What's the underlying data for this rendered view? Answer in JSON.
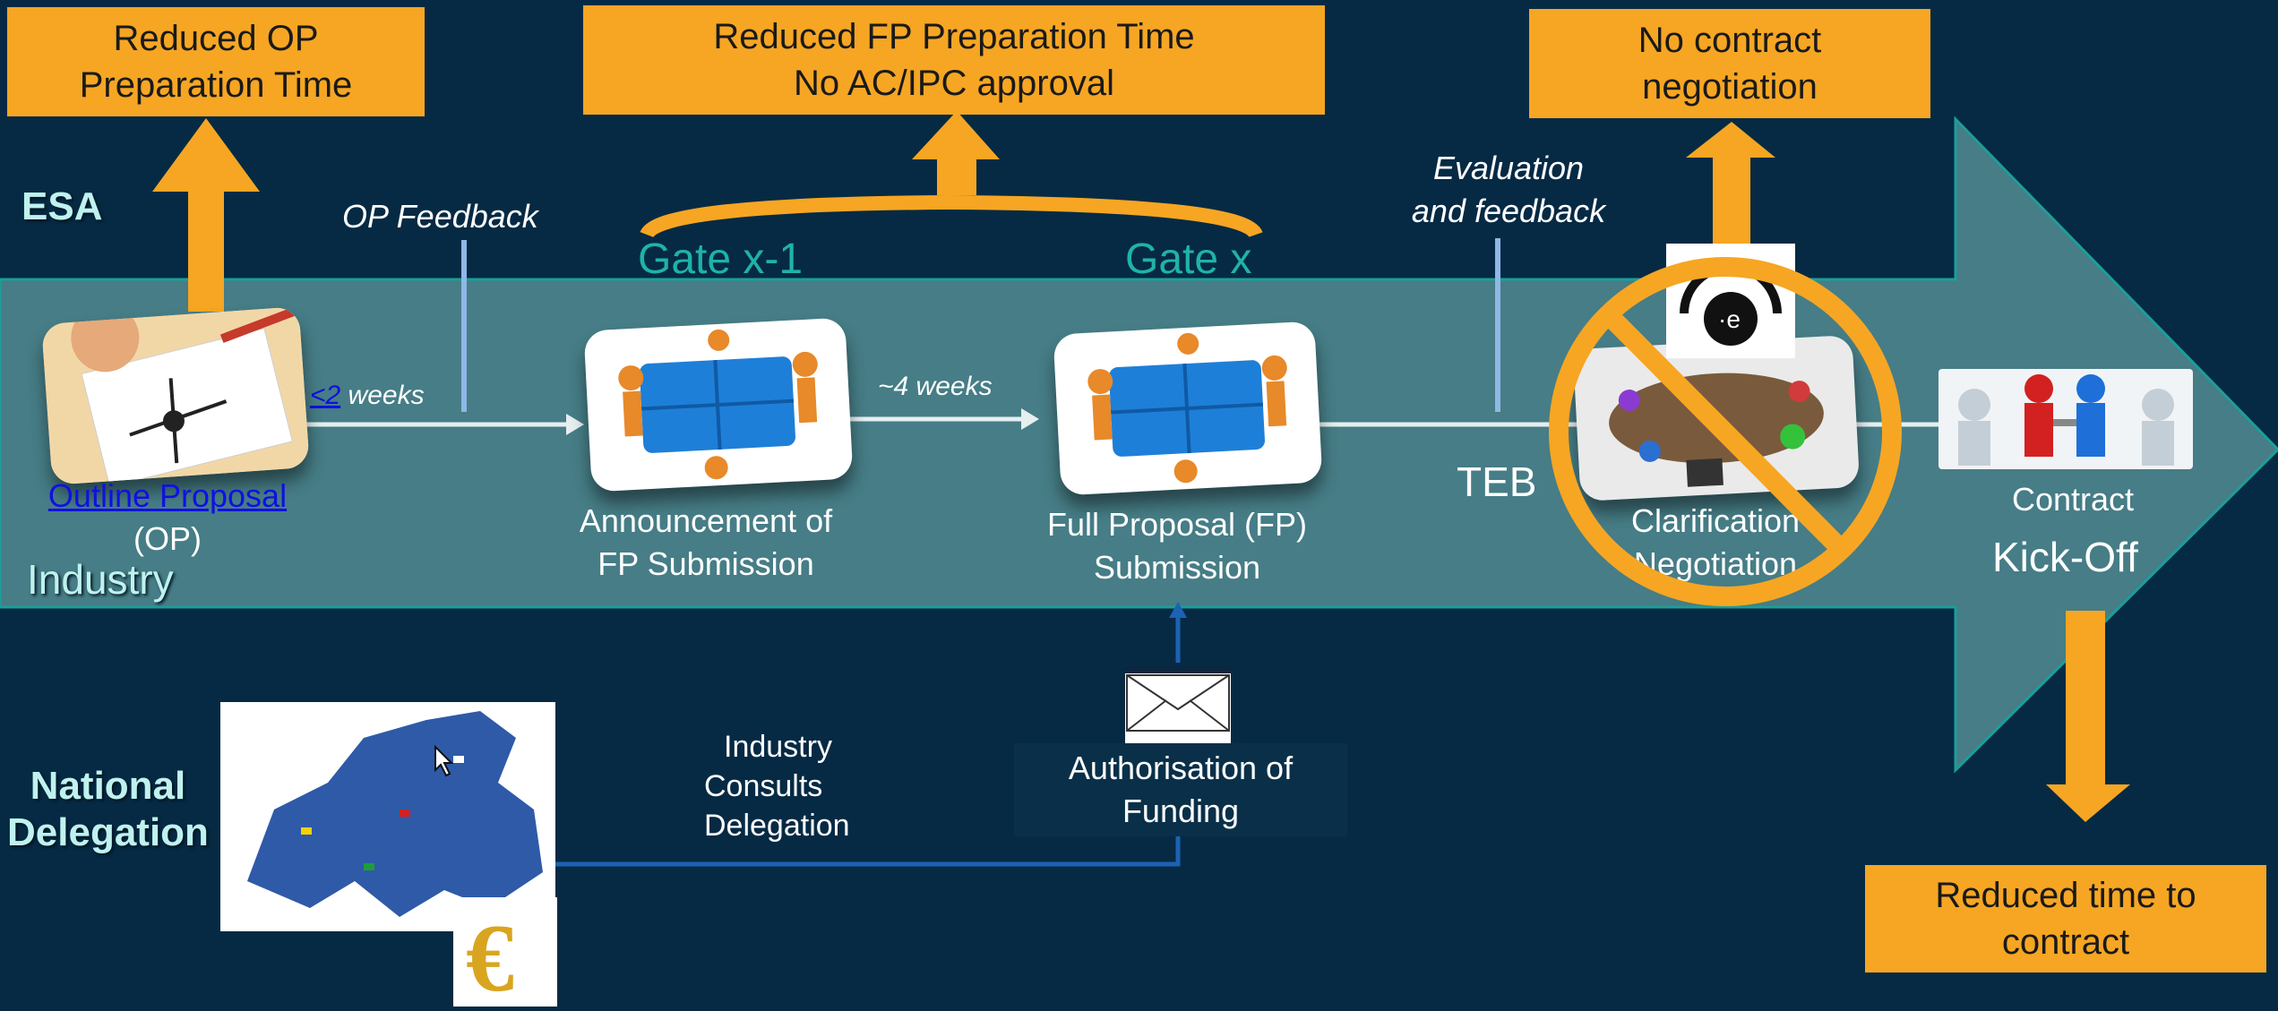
{
  "top_boxes": {
    "op": [
      "Reduced OP",
      "Preparation Time"
    ],
    "fp": [
      "Reduced FP Preparation Time",
      "No AC/IPC approval"
    ],
    "contract": [
      "No contract",
      "negotiation"
    ]
  },
  "bottom_box": [
    "Reduced time to",
    "contract"
  ],
  "lanes": {
    "esa": "ESA",
    "industry": "Industry",
    "national": [
      "National",
      "Delegation"
    ]
  },
  "gates": {
    "left": "Gate x-1",
    "right": "Gate x"
  },
  "feedback": {
    "op": "OP Feedback",
    "evaluation": [
      "Evaluation",
      "and feedback"
    ]
  },
  "durations": {
    "first_link": "<2",
    "first_rest": " weeks",
    "second": "~4 weeks"
  },
  "steps": {
    "op_link": "Outline Proposal",
    "op_suffix": "(OP)",
    "announcement": [
      "Announcement of",
      "FP Submission"
    ],
    "full": [
      "Full Proposal (FP)",
      "Submission"
    ],
    "teb": "TEB",
    "clarification": [
      "Clarification",
      "Negotiation"
    ],
    "contract": "Contract",
    "kickoff": "Kick-Off"
  },
  "national": {
    "consults": [
      "Industry",
      "Consults",
      "Delegation"
    ],
    "authorisation": [
      "Authorisation of",
      "Funding"
    ]
  },
  "icons": {
    "esa_logo_letter": "·e",
    "euro": "€"
  },
  "colors": {
    "background": "#062a44",
    "arrow_band": "#467d86",
    "accent_orange": "#f6a623",
    "gate_teal": "#1fb3a6",
    "link_blue": "#1010e0"
  }
}
